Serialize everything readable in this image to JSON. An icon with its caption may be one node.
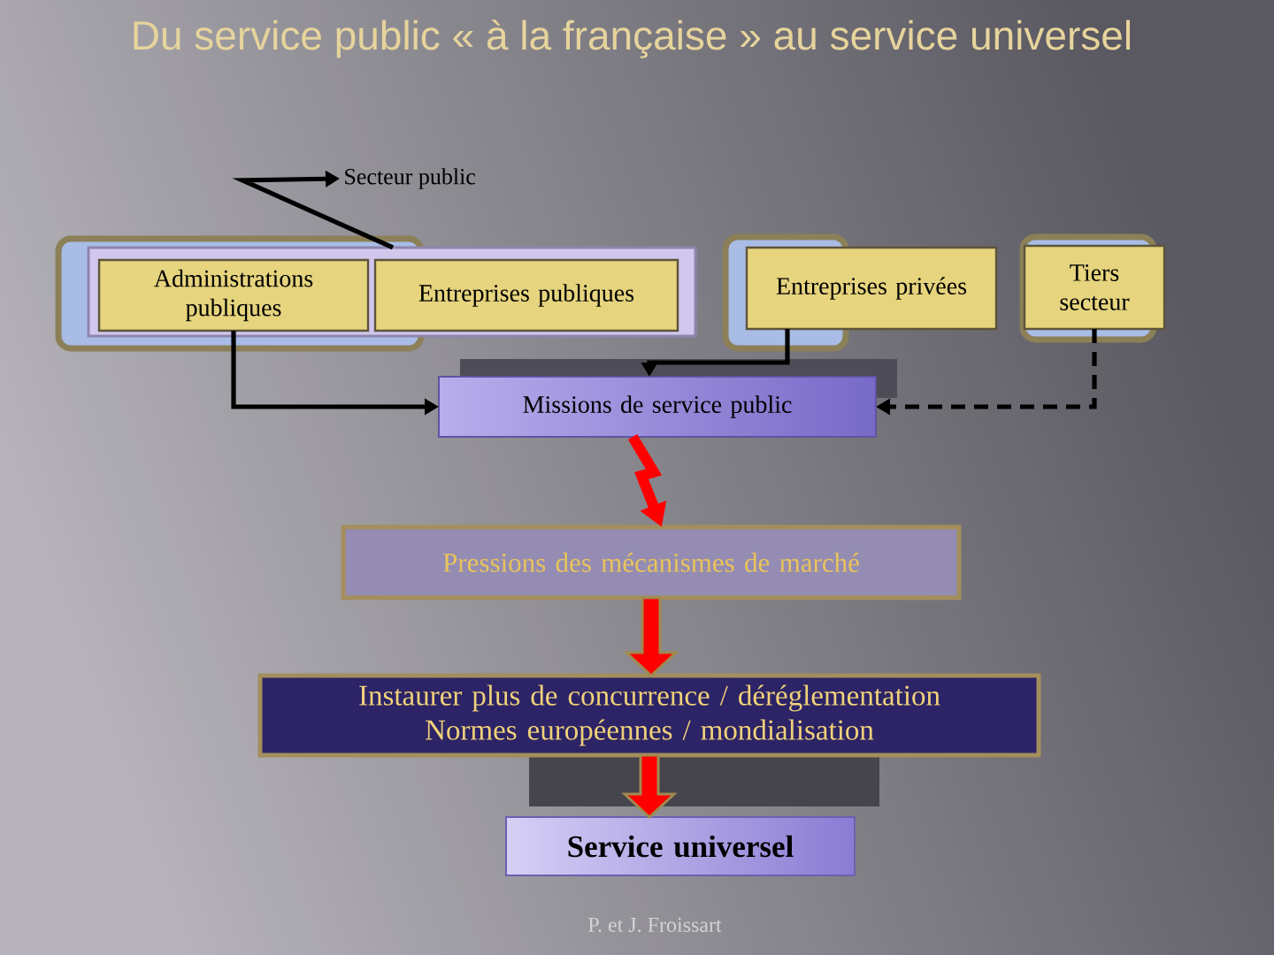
{
  "diagram": {
    "title": "Du service public « à la française » au service universel",
    "nodes": [
      {
        "text": [
          "Secteur public"
        ]
      },
      {
        "text": [],
        "shape": "box"
      },
      {
        "text": [
          "Administrations publiques"
        ],
        "in": 1
      },
      {
        "text": [
          "Entreprises publiques"
        ],
        "in": 1
      },
      {
        "text": [
          "Entreprises privées"
        ]
      },
      {
        "text": [
          "Tiers secteur"
        ]
      },
      {
        "text": [
          "Missions de service public"
        ]
      },
      {
        "text": [
          "Pressions des mécanismes de marché"
        ]
      },
      {
        "text": [
          "Instaurer plus de concurrence / déréglementation Normes européennes / mondialisation"
        ]
      },
      {
        "text": [
          "Service universel"
        ]
      }
    ],
    "edges": [
      {
        "from": 1,
        "to": 0,
        "arrow": "to"
      },
      {
        "from": 2,
        "to": 6,
        "arrow": "to"
      },
      {
        "from": 4,
        "to": 6,
        "arrow": "to"
      },
      {
        "from": 5,
        "to": 6,
        "arrow": "to",
        "style": "dashed"
      },
      {
        "from": 6,
        "to": 7,
        "arrow": "to",
        "style": "thick",
        "color": "#ff0000"
      },
      {
        "from": 7,
        "to": 8,
        "arrow": "to",
        "style": "thick",
        "color": "#ff0000"
      },
      {
        "from": 8,
        "to": 9,
        "arrow": "to",
        "style": "thick",
        "color": "#ff0000"
      }
    ],
    "labels": [
      "P. et J. Froissart"
    ]
  }
}
